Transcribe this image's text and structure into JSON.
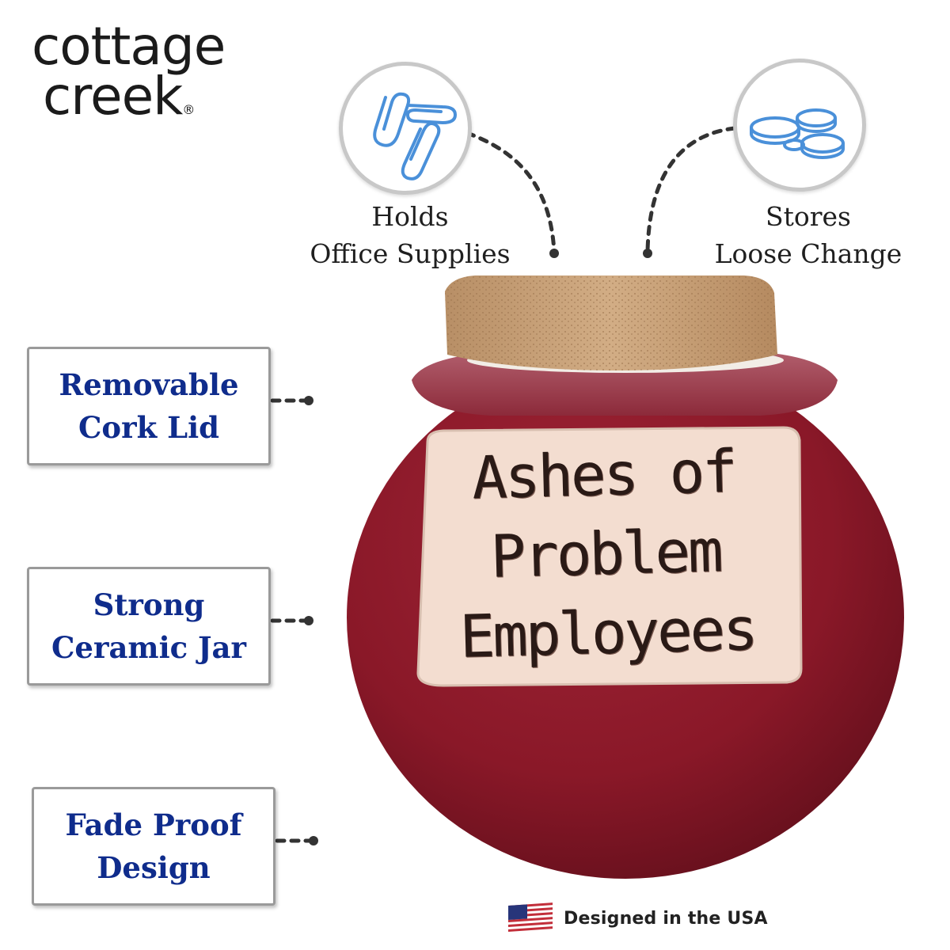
{
  "brand": {
    "line1": "cottage",
    "line2": "creek",
    "mark": "®"
  },
  "top_features": [
    {
      "icon": "paperclip-icon",
      "line1": "Holds",
      "line2": "Office Supplies"
    },
    {
      "icon": "coins-icon",
      "line1": "Stores",
      "line2": "Loose Change"
    }
  ],
  "side_features": [
    {
      "line1": "Removable",
      "line2": "Cork Lid"
    },
    {
      "line1": "Strong",
      "line2": "Ceramic Jar"
    },
    {
      "line1": "Fade Proof",
      "line2": "Design"
    }
  ],
  "product_label": {
    "line1": "Ashes of",
    "line2": "Problem",
    "line3": "Employees"
  },
  "footer": {
    "flag_icon": "us-flag-icon",
    "text": "Designed in the USA"
  },
  "colors": {
    "jar": "#8a1828",
    "cork": "#c9a27a",
    "label": "#f3ddd0",
    "feature_text": "#0f2c8c",
    "icon_blue": "#4a90d9"
  }
}
